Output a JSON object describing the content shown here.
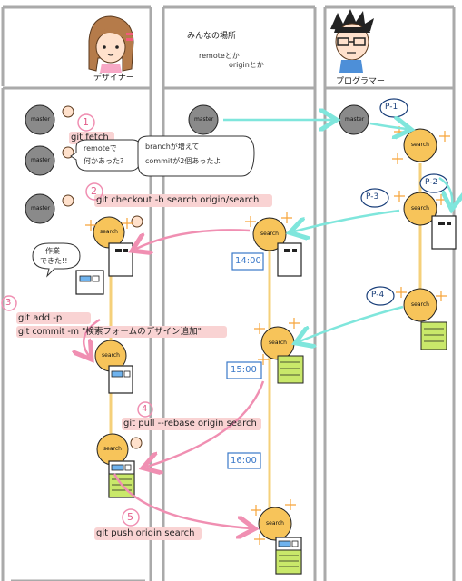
{
  "columns": {
    "designer": {
      "caption": "デザイナー"
    },
    "shared": {
      "caption": "みんなの場所",
      "note_line1": "remoteとか",
      "note_line2": "originとか"
    },
    "programmer": {
      "caption": "プログラマー"
    }
  },
  "nodes": {
    "master": "master",
    "search": "search"
  },
  "steps": [
    {
      "number": "1",
      "command": "git fetch"
    },
    {
      "number": "2",
      "command": "git checkout -b search origin/search"
    },
    {
      "number": "3",
      "command_line1": "git add -p",
      "command_line2": "git commit -m \"検索フォームのデザイン追加\""
    },
    {
      "number": "4",
      "command": "git pull --rebase origin search"
    },
    {
      "number": "5",
      "command": "git push origin search"
    }
  ],
  "bubbles": {
    "remote_line1": "remoteで",
    "remote_line2": "何かあった?",
    "branch_line1": "branchが増えて",
    "branch_line2": "commitが2個あったよ",
    "done_line1": "作業",
    "done_line2": "できた!!"
  },
  "programmer_labels": [
    "P-1",
    "P-2",
    "P-3",
    "P-4"
  ],
  "timestamps": [
    "14:00",
    "15:00",
    "16:00"
  ],
  "colors": {
    "pink": "#f08fb2",
    "teal": "#7fe6dc",
    "commit_orange": "#f7c45a",
    "highlight": "#f9d3d3",
    "node_gray": "#8a8a8a",
    "page_green": "#c9e86a",
    "timeline_yellow": "#f5d07a"
  }
}
